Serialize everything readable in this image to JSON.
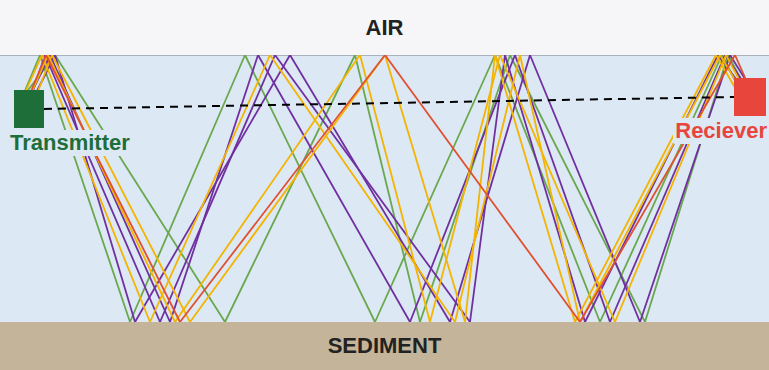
{
  "diagram": {
    "nodes": [
      {
        "text": [
          "AIR"
        ]
      },
      {
        "text": [
          "Transmitter"
        ]
      },
      {
        "text": [
          "Reciever"
        ]
      },
      {
        "text": [
          "SEDIMENT"
        ]
      }
    ],
    "edges": [
      {
        "from": 1,
        "to": 2,
        "arrow": "none"
      }
    ]
  }
}
